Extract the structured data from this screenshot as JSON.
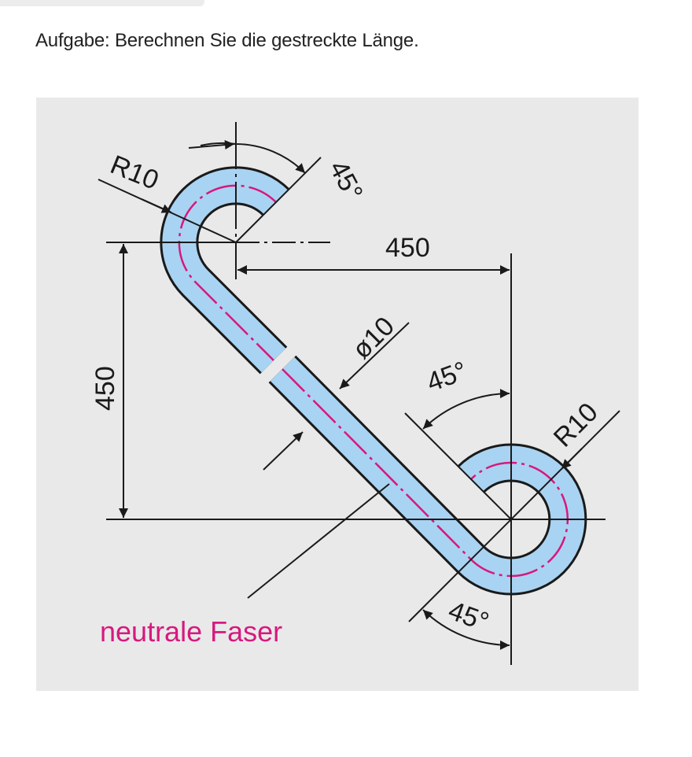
{
  "task": {
    "title": "Aufgabe: Berechnen Sie die gestreckte Länge."
  },
  "drawing": {
    "radius_top": "R10",
    "radius_bottom": "R10",
    "angle_top": "45°",
    "angle_middle": "45°",
    "angle_bottom": "45°",
    "horizontal_dimension": "450",
    "vertical_dimension": "450",
    "diameter": "ø10",
    "neutral_fiber_label": "neutrale Faser",
    "colors": {
      "tube_fill": "#a9d3f2",
      "neutral_fiber": "#d6197e",
      "background": "#e9e9e9",
      "outline": "#1a1a1a"
    }
  }
}
